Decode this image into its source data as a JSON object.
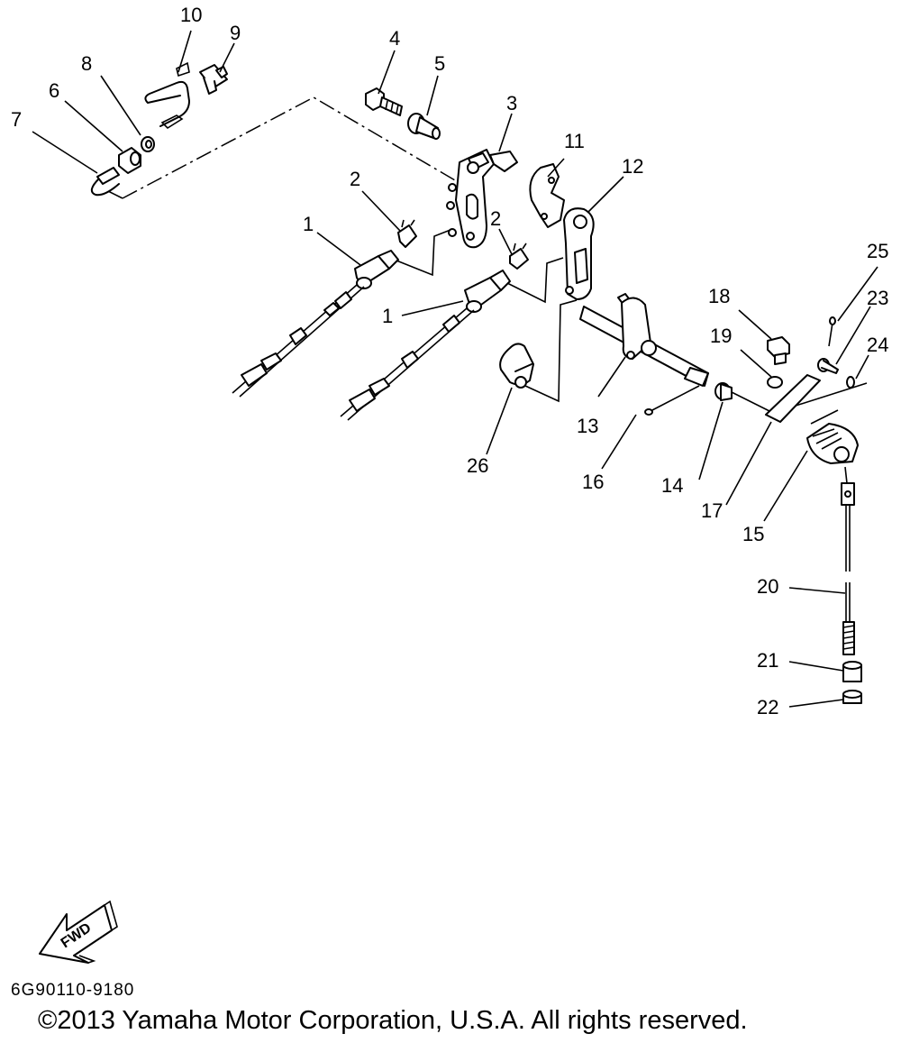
{
  "diagram": {
    "callouts": {
      "c1a": "1",
      "c1b": "1",
      "c2a": "2",
      "c2b": "2",
      "c3": "3",
      "c4": "4",
      "c5": "5",
      "c6": "6",
      "c7": "7",
      "c8": "8",
      "c9": "9",
      "c10": "10",
      "c11": "11",
      "c12": "12",
      "c13": "13",
      "c14": "14",
      "c15": "15",
      "c16": "16",
      "c17": "17",
      "c18": "18",
      "c19": "19",
      "c20": "20",
      "c21": "21",
      "c22": "22",
      "c23": "23",
      "c24": "24",
      "c25": "25",
      "c26": "26"
    },
    "fwd_label": "FWD",
    "diagram_code": "6G90110-9180",
    "copyright": "©2013 Yamaha Motor Corporation, U.S.A. All rights reserved."
  }
}
